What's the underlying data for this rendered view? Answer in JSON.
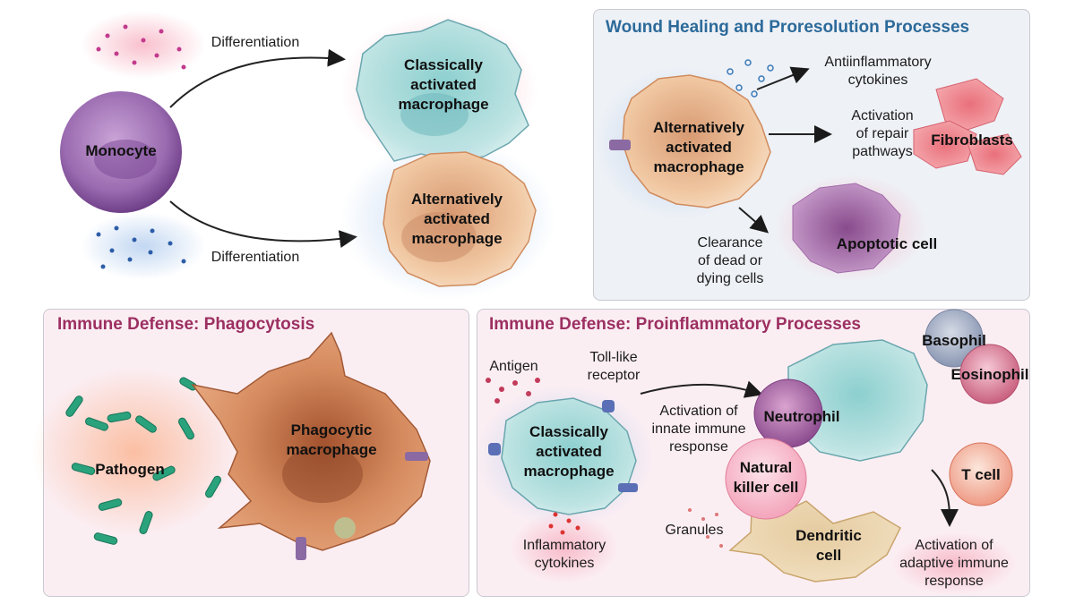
{
  "top": {
    "differentiation_top": "Differentiation",
    "differentiation_bottom": "Differentiation",
    "monocyte": "Monocyte",
    "classical": [
      "Classically",
      "activated",
      "macrophage"
    ],
    "alternative": [
      "Alternatively",
      "activated",
      "macrophage"
    ]
  },
  "wound": {
    "title": "Wound Healing and Proresolution Processes",
    "macrophage": [
      "Alternatively",
      "activated",
      "macrophage"
    ],
    "antiinflammatory": [
      "Antiinflammatory",
      "cytokines"
    ],
    "repair": [
      "Activation",
      "of repair",
      "pathways"
    ],
    "fibroblasts": "Fibroblasts",
    "clearance": [
      "Clearance",
      "of dead or",
      "dying cells"
    ],
    "apoptotic": "Apoptotic cell"
  },
  "phago": {
    "title": "Immune Defense: Phagocytosis",
    "pathogen": "Pathogen",
    "macrophage": [
      "Phagocytic",
      "macrophage"
    ]
  },
  "proinf": {
    "title": "Immune Defense: Proinflammatory Processes",
    "antigen": "Antigen",
    "toll": [
      "Toll-like",
      "receptor"
    ],
    "macrophage": [
      "Classically",
      "activated",
      "macrophage"
    ],
    "innate": [
      "Activation of",
      "innate immune",
      "response"
    ],
    "neutrophil": "Neutrophil",
    "basophil": "Basophil",
    "eosinophil": "Eosinophil",
    "nk": [
      "Natural",
      "killer cell"
    ],
    "tcell": "T cell",
    "dendritic": [
      "Dendritic",
      "cell"
    ],
    "granules": "Granules",
    "cytokines": [
      "Inflammatory",
      "cytokines"
    ],
    "adaptive": [
      "Activation of",
      "adaptive immune",
      "response"
    ]
  },
  "colors": {
    "title_blue": "#2c6a9a",
    "title_magenta": "#9c2f61",
    "wound_bg": "#eef1f6",
    "pink_bg": "#fbeef3"
  }
}
